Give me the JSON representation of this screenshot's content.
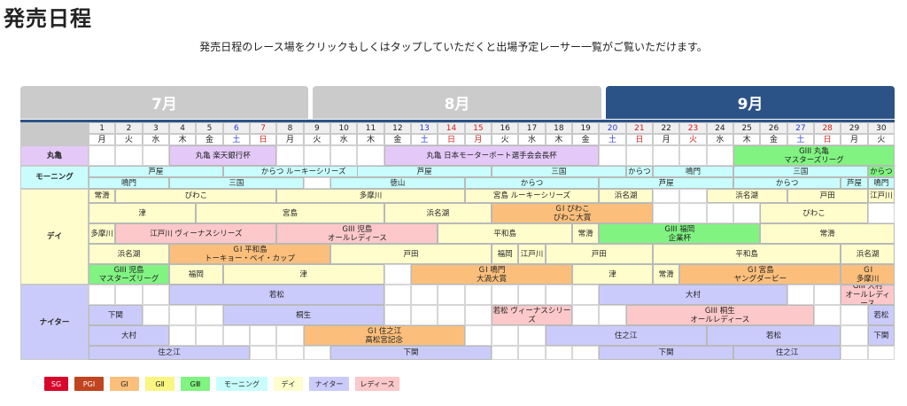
{
  "page_title": "発売日程",
  "subtitle": "発売日程のレース場をクリックもしくはタップしていただくと出場予定レーサー一覧がご覧いただけます。",
  "month_tabs": [
    {
      "label": "7月",
      "state": "inactive"
    },
    {
      "label": "8月",
      "state": "inactive"
    },
    {
      "label": "9月",
      "state": "active"
    }
  ],
  "colors": {
    "active_tab": "#2c5387",
    "inactive_tab": "#cbcbcb",
    "sg": "#d7082b",
    "pg1": "#c0441f",
    "g1": "#fbbf7b",
    "g2": "#fbf582",
    "g3": "#80f381",
    "morning": "#c9fdfd",
    "day": "#fefdcb",
    "nighter": "#cbcbfb",
    "ladies": "#fcc8c9",
    "marugame": "#e4c9f8"
  },
  "days": [
    {
      "d": "1",
      "w": "月",
      "c": "n"
    },
    {
      "d": "2",
      "w": "火",
      "c": "n"
    },
    {
      "d": "3",
      "w": "水",
      "c": "n"
    },
    {
      "d": "4",
      "w": "木",
      "c": "n"
    },
    {
      "d": "5",
      "w": "金",
      "c": "n"
    },
    {
      "d": "6",
      "w": "土",
      "c": "sat"
    },
    {
      "d": "7",
      "w": "日",
      "c": "sun"
    },
    {
      "d": "8",
      "w": "月",
      "c": "n"
    },
    {
      "d": "9",
      "w": "火",
      "c": "n"
    },
    {
      "d": "10",
      "w": "水",
      "c": "n"
    },
    {
      "d": "11",
      "w": "木",
      "c": "n"
    },
    {
      "d": "12",
      "w": "金",
      "c": "n"
    },
    {
      "d": "13",
      "w": "土",
      "c": "sat"
    },
    {
      "d": "14",
      "w": "日",
      "c": "sun"
    },
    {
      "d": "15",
      "w": "月",
      "c": "sun"
    },
    {
      "d": "16",
      "w": "火",
      "c": "n"
    },
    {
      "d": "17",
      "w": "水",
      "c": "n"
    },
    {
      "d": "18",
      "w": "木",
      "c": "n"
    },
    {
      "d": "19",
      "w": "金",
      "c": "n"
    },
    {
      "d": "20",
      "w": "土",
      "c": "sat"
    },
    {
      "d": "21",
      "w": "日",
      "c": "sun"
    },
    {
      "d": "22",
      "w": "月",
      "c": "n"
    },
    {
      "d": "23",
      "w": "火",
      "c": "sun"
    },
    {
      "d": "24",
      "w": "水",
      "c": "n"
    },
    {
      "d": "25",
      "w": "木",
      "c": "n"
    },
    {
      "d": "26",
      "w": "金",
      "c": "n"
    },
    {
      "d": "27",
      "w": "土",
      "c": "sat"
    },
    {
      "d": "28",
      "w": "日",
      "c": "sun"
    },
    {
      "d": "29",
      "w": "月",
      "c": "n"
    },
    {
      "d": "30",
      "w": "火",
      "c": "n"
    }
  ],
  "sections": [
    {
      "label": "丸亀",
      "type": "marugame",
      "rows": [
        [
          {
            "s": 4,
            "e": 7,
            "t": "丸亀 楽天銀行杯",
            "k": "marugame"
          },
          {
            "s": 12,
            "e": 19,
            "t": "丸亀 日本モーターボート選手会会長杯",
            "k": "marugame"
          },
          {
            "s": 25,
            "e": 30,
            "t": "GIII 丸亀\nマスターズリーグ",
            "k": "g3"
          }
        ]
      ]
    },
    {
      "label": "モーニング",
      "type": "morning",
      "rows": [
        [
          {
            "s": 1,
            "e": 5,
            "t": "芦屋",
            "k": "morning"
          },
          {
            "s": 6,
            "e": 11,
            "t": "からつ ルーキーシリーズ",
            "k": "morning"
          },
          {
            "s": 11,
            "e": 15,
            "t": "芦屋",
            "k": "morning"
          },
          {
            "s": 16,
            "e": 20,
            "t": "三国",
            "k": "morning"
          },
          {
            "s": 21,
            "e": 21,
            "t": "からつ",
            "k": "morning"
          },
          {
            "s": 22,
            "e": 24,
            "t": "鳴門",
            "k": "morning"
          },
          {
            "s": 25,
            "e": 29,
            "t": "三国",
            "k": "morning"
          },
          {
            "s": 30,
            "e": 30,
            "t": "からつ",
            "k": "g3"
          }
        ],
        [
          {
            "s": 1,
            "e": 3,
            "t": "鳴門",
            "k": "morning"
          },
          {
            "s": 4,
            "e": 8,
            "t": "三国",
            "k": "morning"
          },
          {
            "s": 10,
            "e": 14,
            "t": "徳山",
            "k": "morning"
          },
          {
            "s": 15,
            "e": 19,
            "t": "からつ",
            "k": "morning"
          },
          {
            "s": 20,
            "e": 24,
            "t": "芦屋",
            "k": "morning"
          },
          {
            "s": 25,
            "e": 28,
            "t": "からつ",
            "k": "morning"
          },
          {
            "s": 29,
            "e": 29,
            "t": "芦屋",
            "k": "morning"
          },
          {
            "s": 30,
            "e": 30,
            "t": "鳴門",
            "k": "morning"
          }
        ]
      ]
    },
    {
      "label": "デイ",
      "type": "day",
      "rows": [
        [
          {
            "s": 1,
            "e": 1,
            "t": "常滑",
            "k": "day"
          },
          {
            "s": 2,
            "e": 7,
            "t": "びわこ",
            "k": "day"
          },
          {
            "s": 8,
            "e": 14,
            "t": "多摩川",
            "k": "day"
          },
          {
            "s": 15,
            "e": 19,
            "t": "宮島 ルーキーシリーズ",
            "k": "day"
          },
          {
            "s": 20,
            "e": 21,
            "t": "浜名湖",
            "k": "day"
          },
          {
            "s": 24,
            "e": 26,
            "t": "浜名湖",
            "k": "day"
          },
          {
            "s": 27,
            "e": 29,
            "t": "戸田",
            "k": "day"
          },
          {
            "s": 30,
            "e": 30,
            "t": "江戸川",
            "k": "day"
          }
        ],
        [
          {
            "s": 1,
            "e": 4,
            "t": "津",
            "k": "day"
          },
          {
            "s": 5,
            "e": 11,
            "t": "宮島",
            "k": "day"
          },
          {
            "s": 12,
            "e": 15,
            "t": "浜名湖",
            "k": "day"
          },
          {
            "s": 16,
            "e": 21,
            "t": "ＧⅠ びわこ\nびわこ大賞",
            "k": "g1"
          },
          {
            "s": 26,
            "e": 29,
            "t": "びわこ",
            "k": "day"
          }
        ],
        [
          {
            "s": 1,
            "e": 1,
            "t": "多摩川",
            "k": "day"
          },
          {
            "s": 2,
            "e": 7,
            "t": "江戸川 ヴィーナスシリーズ",
            "k": "ladies"
          },
          {
            "s": 8,
            "e": 13,
            "t": "GIII 児島\nオールレディース",
            "k": "ladies"
          },
          {
            "s": 14,
            "e": 18,
            "t": "平和島",
            "k": "day"
          },
          {
            "s": 19,
            "e": 19,
            "t": "常滑",
            "k": "day"
          },
          {
            "s": 20,
            "e": 25,
            "t": "GIII 福岡\n企業杯",
            "k": "g3"
          },
          {
            "s": 26,
            "e": 30,
            "t": "常滑",
            "k": "day"
          }
        ],
        [
          {
            "s": 1,
            "e": 3,
            "t": "浜名湖",
            "k": "day"
          },
          {
            "s": 4,
            "e": 9,
            "t": "ＧⅠ 平和島\nトーキョー・ベイ・カップ",
            "k": "g1"
          },
          {
            "s": 10,
            "e": 15,
            "t": "戸田",
            "k": "day"
          },
          {
            "s": 16,
            "e": 16,
            "t": "福岡",
            "k": "day"
          },
          {
            "s": 17,
            "e": 17,
            "t": "江戸川",
            "k": "day"
          },
          {
            "s": 18,
            "e": 21,
            "t": "戸田",
            "k": "day"
          },
          {
            "s": 22,
            "e": 28,
            "t": "平和島",
            "k": "day"
          },
          {
            "s": 29,
            "e": 30,
            "t": "浜名湖",
            "k": "day"
          }
        ],
        [
          {
            "s": 1,
            "e": 3,
            "t": "GIII 児島\nマスターズリーグ",
            "k": "g3"
          },
          {
            "s": 4,
            "e": 5,
            "t": "福岡",
            "k": "day"
          },
          {
            "s": 6,
            "e": 11,
            "t": "津",
            "k": "day"
          },
          {
            "s": 13,
            "e": 18,
            "t": "ＧⅠ 鳴門\n大渦大賞",
            "k": "g1"
          },
          {
            "s": 19,
            "e": 21,
            "t": "津",
            "k": "day"
          },
          {
            "s": 22,
            "e": 22,
            "t": "常滑",
            "k": "day"
          },
          {
            "s": 23,
            "e": 28,
            "t": "ＧⅠ 宮島\nヤングダービー",
            "k": "g1"
          },
          {
            "s": 29,
            "e": 30,
            "t": "ＧⅠ\n多摩川",
            "k": "g1"
          }
        ]
      ]
    },
    {
      "label": "ナイター",
      "type": "nighter",
      "rows": [
        [
          {
            "s": 4,
            "e": 11,
            "t": "若松",
            "k": "nighter"
          },
          {
            "s": 20,
            "e": 26,
            "t": "大村",
            "k": "nighter"
          },
          {
            "s": 29,
            "e": 30,
            "t": "GIII 大村\nオールレディース",
            "k": "ladies"
          }
        ],
        [
          {
            "s": 1,
            "e": 2,
            "t": "下関",
            "k": "nighter"
          },
          {
            "s": 6,
            "e": 11,
            "t": "桐生",
            "k": "nighter"
          },
          {
            "s": 16,
            "e": 18,
            "t": "若松 ヴィーナスシリーズ",
            "k": "ladies"
          },
          {
            "s": 21,
            "e": 27,
            "t": "GIII 桐生\nオールレディース",
            "k": "ladies"
          },
          {
            "s": 30,
            "e": 30,
            "t": "若松",
            "k": "nighter"
          }
        ],
        [
          {
            "s": 1,
            "e": 3,
            "t": "大村",
            "k": "nighter"
          },
          {
            "s": 9,
            "e": 14,
            "t": "ＧⅠ 住之江\n高松宮記念",
            "k": "g1"
          },
          {
            "s": 18,
            "e": 23,
            "t": "住之江",
            "k": "nighter"
          },
          {
            "s": 24,
            "e": 28,
            "t": "若松",
            "k": "nighter"
          },
          {
            "s": 30,
            "e": 30,
            "t": "下関",
            "k": "nighter"
          }
        ],
        [
          {
            "s": 1,
            "e": 6,
            "t": "住之江",
            "k": "nighter"
          },
          {
            "s": 10,
            "e": 15,
            "t": "下関",
            "k": "nighter"
          },
          {
            "s": 20,
            "e": 24,
            "t": "下関",
            "k": "nighter"
          },
          {
            "s": 25,
            "e": 28,
            "t": "住之江",
            "k": "nighter"
          }
        ]
      ]
    }
  ],
  "legend": [
    {
      "label": "SG",
      "k": "sg"
    },
    {
      "label": "PGⅠ",
      "k": "pg1"
    },
    {
      "label": "GⅠ",
      "k": "g1"
    },
    {
      "label": "GⅡ",
      "k": "g2"
    },
    {
      "label": "GⅢ",
      "k": "g3"
    },
    {
      "label": "モーニング",
      "k": "morning"
    },
    {
      "label": "デイ",
      "k": "day"
    },
    {
      "label": "ナイター",
      "k": "nighter"
    },
    {
      "label": "レディース",
      "k": "ladies"
    }
  ]
}
